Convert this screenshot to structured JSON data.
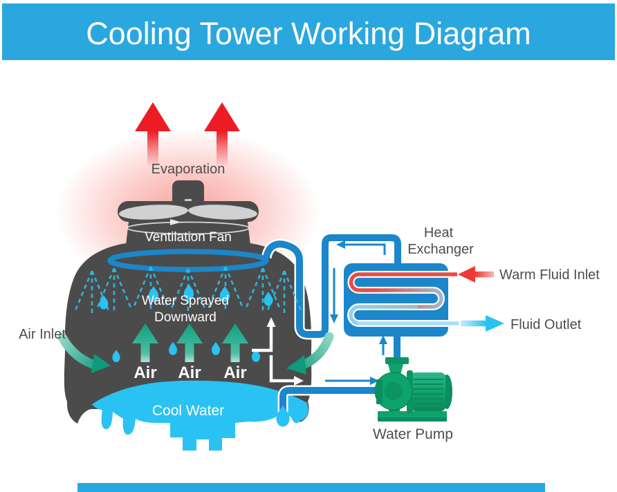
{
  "title": "Cooling Tower Working Diagram",
  "labels": {
    "evaporation": "Evaporation",
    "ventilation_fan": "Ventilation Fan",
    "water_sprayed_line1": "Water Sprayed",
    "water_sprayed_line2": "Downward",
    "air": "Air",
    "air_inlet": "Air Inlet",
    "cool_water": "Cool Water",
    "heat_exchanger_line1": "Heat",
    "heat_exchanger_line2": "Exchanger",
    "warm_fluid_inlet": "Warm Fluid Inlet",
    "fluid_outlet": "Fluid Outlet",
    "water_pump": "Water Pump"
  },
  "colors": {
    "banner": "#2AA7DF",
    "footer_bar": "#2AA7DF",
    "tower_body": "#4B4B4B",
    "water": "#2AC2F2",
    "pipe": "#1C86CA",
    "hot": "#ED1C24",
    "air_teal": "#0E9F7F",
    "pump_green": "#0EA36D",
    "label_text": "#4D4D4D"
  }
}
